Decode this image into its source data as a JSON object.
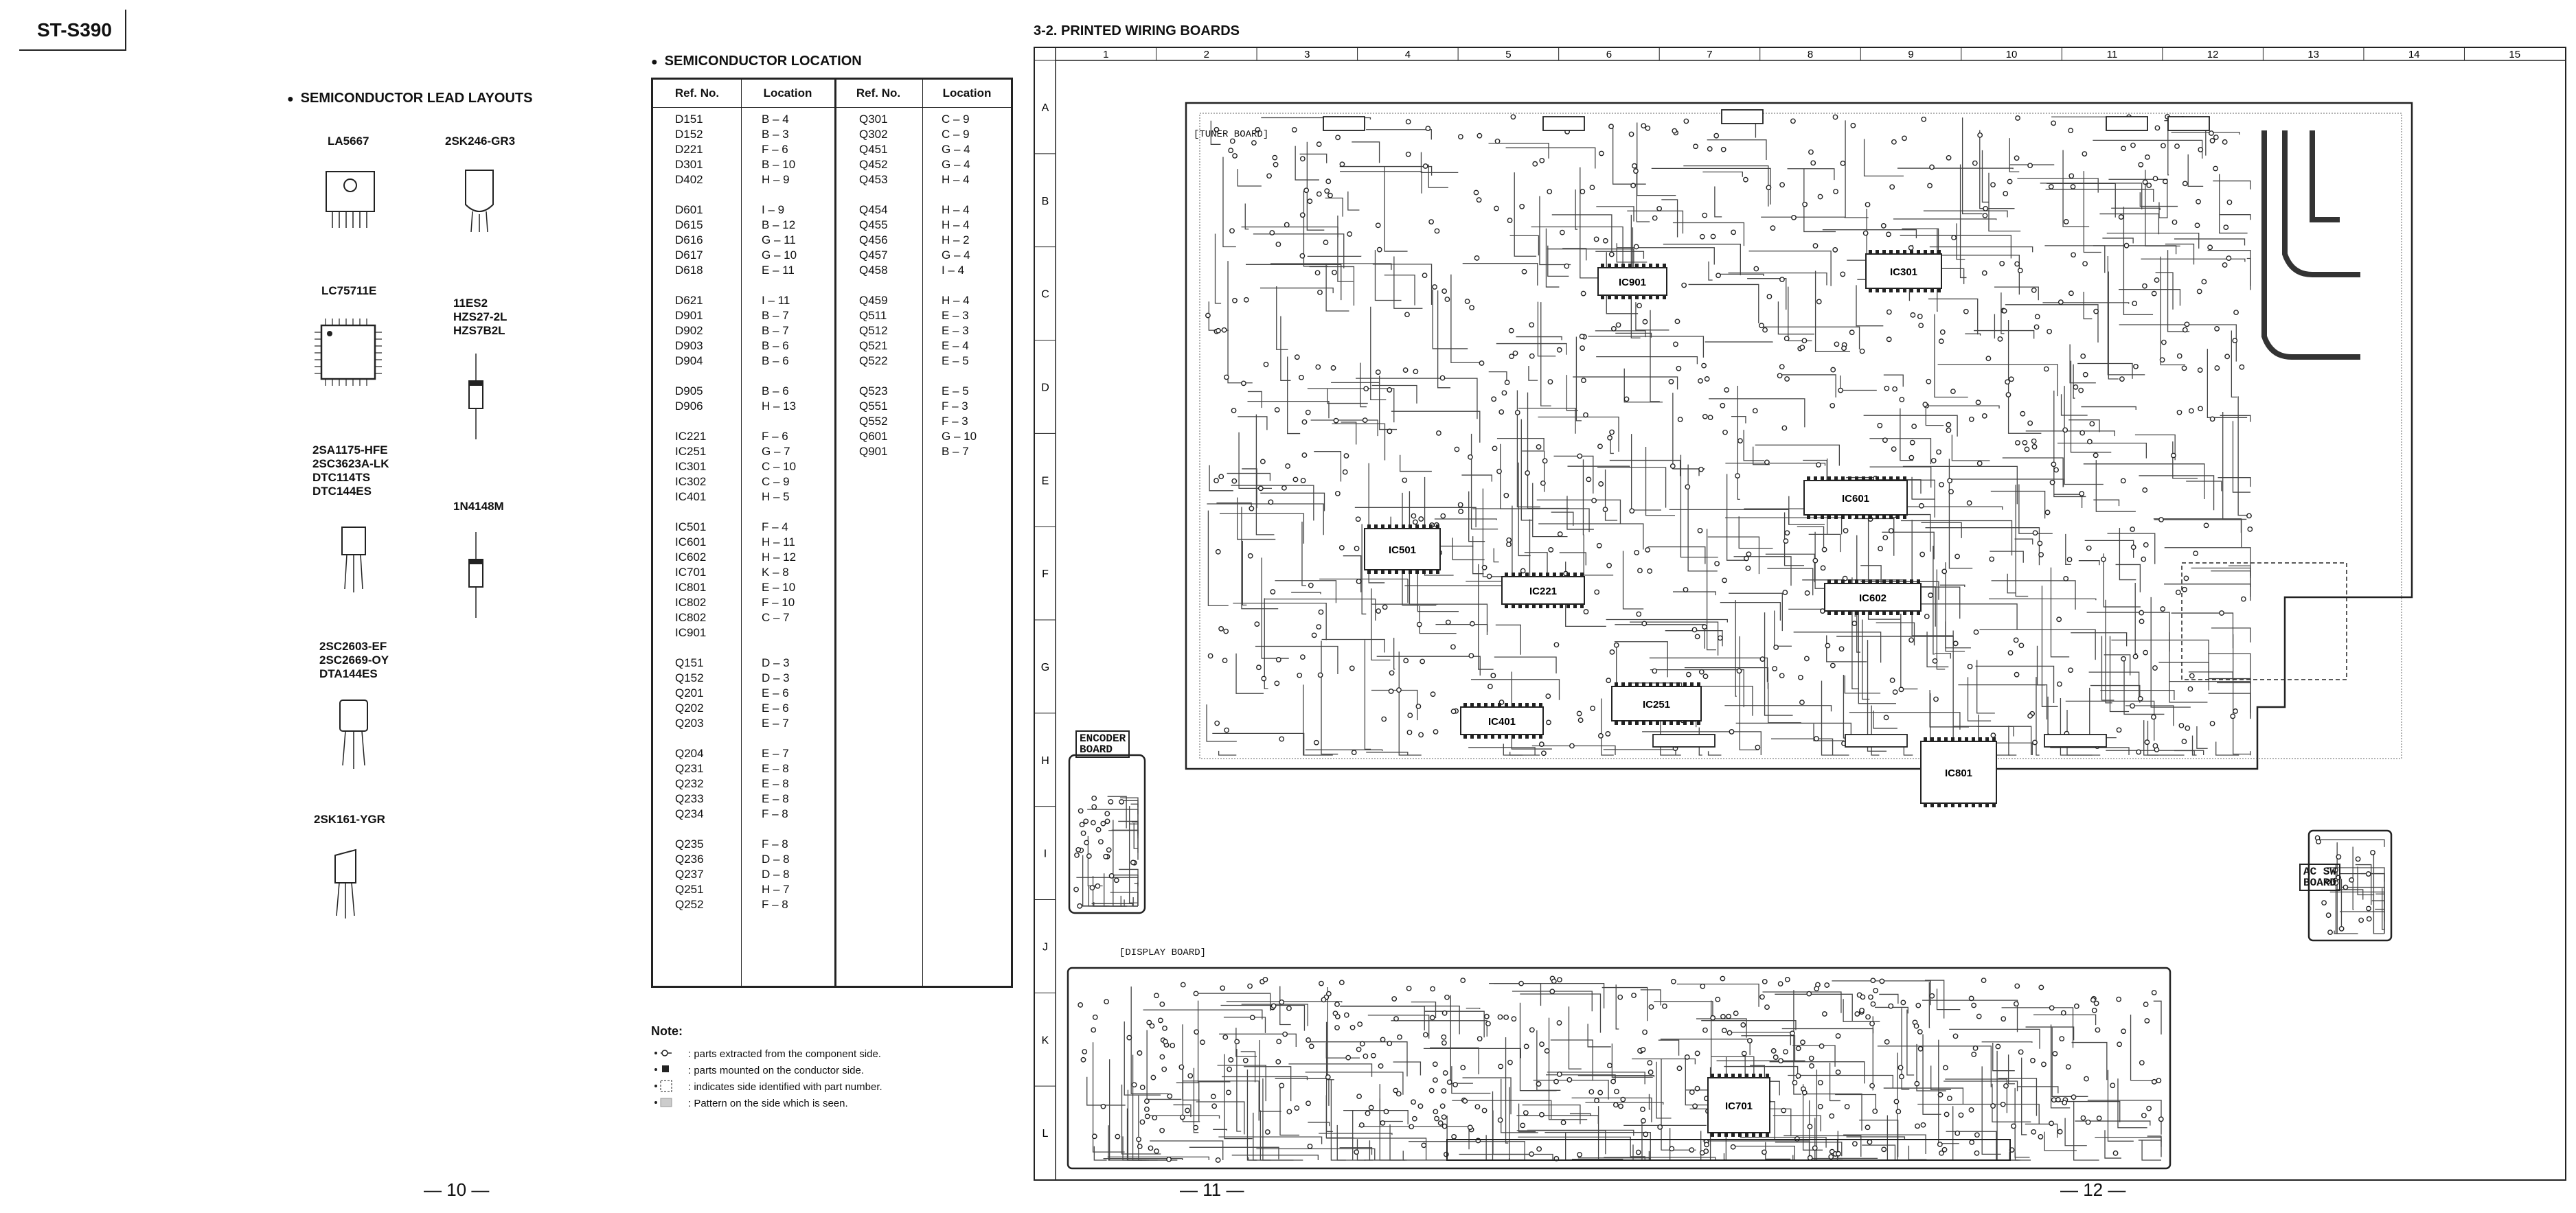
{
  "model": "ST-S390",
  "lead_layouts": {
    "title": "SEMICONDUCTOR LEAD LAYOUTS",
    "packages": [
      {
        "label": "LA5667"
      },
      {
        "label": "2SK246-GR3"
      },
      {
        "label": "LC75711E"
      },
      {
        "label": "11ES2\nHZS27-2L\nHZS7B2L"
      },
      {
        "label": "2SA1175-HFE\n2SC3623A-LK\nDTC114TS\nDTC144ES"
      },
      {
        "label": "1N4148M"
      },
      {
        "label": "2SC2603-EF\n2SC2669-OY\nDTA144ES"
      },
      {
        "label": "2SK161-YGR"
      }
    ]
  },
  "semiconductor_location": {
    "title": "SEMICONDUCTOR LOCATION",
    "headers": [
      "Ref. No.",
      "Location",
      "Ref. No.",
      "Location"
    ],
    "left_groups": [
      [
        [
          "D151",
          "B – 4"
        ],
        [
          "D152",
          "B – 3"
        ],
        [
          "D221",
          "F – 6"
        ],
        [
          "D301",
          "B – 10"
        ],
        [
          "D402",
          "H – 9"
        ]
      ],
      [
        [
          "D601",
          "I – 9"
        ],
        [
          "D615",
          "B – 12"
        ],
        [
          "D616",
          "G – 11"
        ],
        [
          "D617",
          "G – 10"
        ],
        [
          "D618",
          "E – 11"
        ]
      ],
      [
        [
          "D621",
          "I – 11"
        ],
        [
          "D901",
          "B – 7"
        ],
        [
          "D902",
          "B – 7"
        ],
        [
          "D903",
          "B – 6"
        ],
        [
          "D904",
          "B – 6"
        ]
      ],
      [
        [
          "D905",
          "B – 6"
        ],
        [
          "D906",
          "H – 13"
        ]
      ],
      [
        [
          "IC221",
          "F – 6"
        ],
        [
          "IC251",
          "G – 7"
        ],
        [
          "IC301",
          "C – 10"
        ],
        [
          "IC302",
          "C – 9"
        ],
        [
          "IC401",
          "H – 5"
        ]
      ],
      [
        [
          "IC501",
          "F – 4"
        ],
        [
          "IC601",
          "H – 11"
        ],
        [
          "IC602",
          "H – 12"
        ],
        [
          "IC701",
          "K – 8"
        ],
        [
          "IC801",
          "E – 10"
        ],
        [
          "IC802",
          "F – 10"
        ],
        [
          "IC802",
          "C – 7"
        ],
        [
          "IC901",
          ""
        ]
      ],
      [
        [
          "Q151",
          "D – 3"
        ],
        [
          "Q152",
          "D – 3"
        ],
        [
          "Q201",
          "E – 6"
        ],
        [
          "Q202",
          "E – 6"
        ],
        [
          "Q203",
          "E – 7"
        ]
      ],
      [
        [
          "Q204",
          "E – 7"
        ],
        [
          "Q231",
          "E – 8"
        ],
        [
          "Q232",
          "E – 8"
        ],
        [
          "Q233",
          "E – 8"
        ],
        [
          "Q234",
          "F – 8"
        ]
      ],
      [
        [
          "Q235",
          "F – 8"
        ],
        [
          "Q236",
          "D – 8"
        ],
        [
          "Q237",
          "D – 8"
        ],
        [
          "Q251",
          "H – 7"
        ],
        [
          "Q252",
          "F – 8"
        ]
      ]
    ],
    "right_groups": [
      [
        [
          "Q301",
          "C – 9"
        ],
        [
          "Q302",
          "C – 9"
        ],
        [
          "Q451",
          "G – 4"
        ],
        [
          "Q452",
          "G – 4"
        ],
        [
          "Q453",
          "H – 4"
        ]
      ],
      [
        [
          "Q454",
          "H – 4"
        ],
        [
          "Q455",
          "H – 4"
        ],
        [
          "Q456",
          "H – 2"
        ],
        [
          "Q457",
          "G – 4"
        ],
        [
          "Q458",
          "I – 4"
        ]
      ],
      [
        [
          "Q459",
          "H – 4"
        ],
        [
          "Q511",
          "E – 3"
        ],
        [
          "Q512",
          "E – 3"
        ],
        [
          "Q521",
          "E – 4"
        ],
        [
          "Q522",
          "E – 5"
        ]
      ],
      [
        [
          "Q523",
          "E – 5"
        ],
        [
          "Q551",
          "F – 3"
        ],
        [
          "Q552",
          "F – 3"
        ],
        [
          "Q601",
          "G – 10"
        ],
        [
          "Q901",
          "B – 7"
        ]
      ]
    ]
  },
  "note": {
    "title": "Note:",
    "lines": [
      ": parts extracted from the component side.",
      ": parts mounted on the conductor side.",
      ": indicates side identified with part number.",
      ": Pattern on the side which is seen."
    ]
  },
  "pcb": {
    "title": "3-2. PRINTED WIRING BOARDS",
    "columns": [
      "1",
      "2",
      "3",
      "4",
      "5",
      "6",
      "7",
      "8",
      "9",
      "10",
      "11",
      "12",
      "13",
      "14",
      "15"
    ],
    "rows": [
      "A",
      "B",
      "C",
      "D",
      "E",
      "F",
      "G",
      "H",
      "I",
      "J",
      "K",
      "L"
    ],
    "boards": {
      "tuner": "[TUNER BOARD]",
      "encoder": "ENCODER\nBOARD",
      "display": "[DISPLAY BOARD]",
      "ac_sw": "AC SW\nBOARD"
    },
    "ic_labels": [
      "IC501",
      "IC221",
      "IC401",
      "IC251",
      "IC601",
      "IC602",
      "IC801",
      "IC301",
      "IC901",
      "IC701"
    ]
  },
  "page_numbers": [
    "— 10 —",
    "— 11 —",
    "— 12 —"
  ]
}
